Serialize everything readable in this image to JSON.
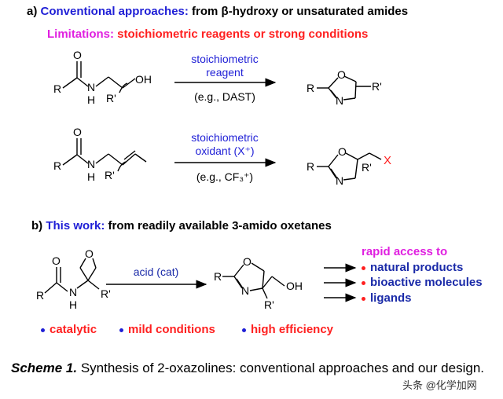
{
  "section_a": {
    "prefix": "a) ",
    "highlight": "Conventional approaches:",
    "rest": " from β-hydroxy or unsaturated amides",
    "limitations_label": "Limitations:",
    "limitations_text": " stoichiometric reagents or strong conditions",
    "reaction1": {
      "above_line1": "stoichiometric",
      "above_line2": "reagent",
      "below": "(e.g., DAST)"
    },
    "reaction2": {
      "above_line1": "stoichiometric",
      "above_line2": "oxidant (X⁺)",
      "below": "(e.g., CF₃⁺)"
    }
  },
  "section_b": {
    "prefix": "b) ",
    "highlight": "This work:",
    "rest": " from readily available 3-amido oxetanes",
    "condition": "acid (cat)",
    "access_title": "rapid access to",
    "access_items": [
      "natural products",
      "bioactive molecules",
      "ligands"
    ],
    "features": [
      "catalytic",
      "mild conditions",
      "high efficiency"
    ]
  },
  "atoms": {
    "O": "O",
    "N": "N",
    "H": "H",
    "R": "R",
    "R_prime": "R'",
    "OH": "OH",
    "X": "X"
  },
  "caption": {
    "label": "Scheme 1.",
    "text": " Synthesis of 2-oxazolines: conventional approaches and our design."
  },
  "watermark": "头条 @化学加网",
  "colors": {
    "blue": "#1f1fd6",
    "magenta": "#e020e0",
    "red": "#ff2020",
    "navy": "#1a2aa8"
  }
}
